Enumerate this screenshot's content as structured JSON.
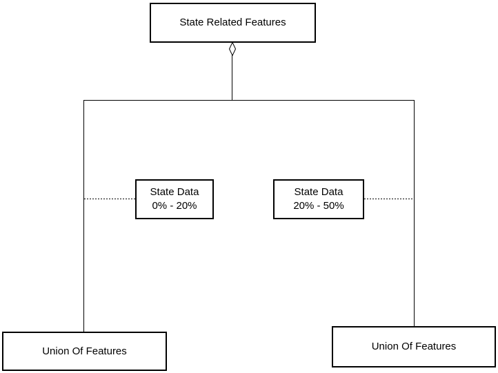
{
  "diagram": {
    "title_node": {
      "label": "State Related Features"
    },
    "mid_left_node": {
      "line1": "State Data",
      "line2": "0% - 20%"
    },
    "mid_right_node": {
      "line1": "State Data",
      "line2": "20% - 50%"
    },
    "bottom_left_node": {
      "label": "Union Of Features"
    },
    "bottom_right_node": {
      "label": "Union Of Features"
    },
    "connectors": {
      "root_symbol": "hollow-aggregation-diamond",
      "solid_line_style": "solid",
      "side_link_style": "dotted"
    },
    "colors": {
      "background": "#ffffff",
      "node_fill": "#ffffff",
      "node_border": "#000000",
      "line": "#000000",
      "text": "#000000"
    }
  }
}
